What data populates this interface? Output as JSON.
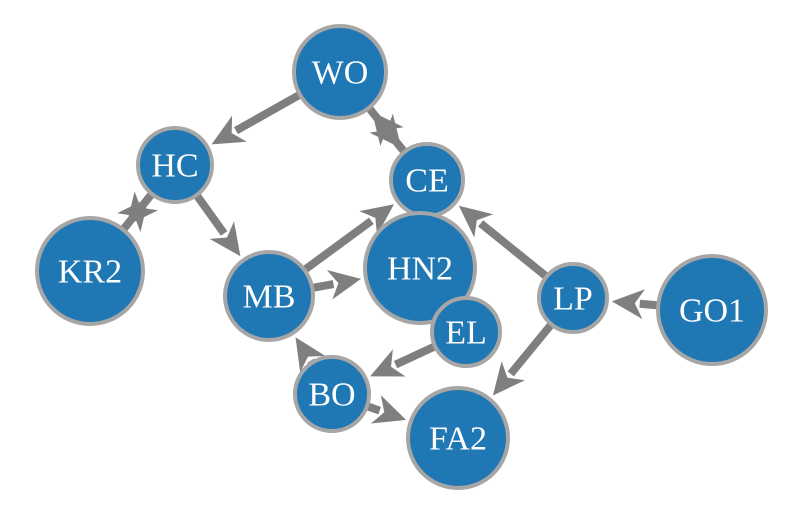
{
  "graph": {
    "nodes": [
      {
        "id": "WO",
        "label": "WO"
      },
      {
        "id": "HC",
        "label": "HC"
      },
      {
        "id": "CE",
        "label": "CE"
      },
      {
        "id": "KR2",
        "label": "KR2"
      },
      {
        "id": "MB",
        "label": "MB"
      },
      {
        "id": "HN2",
        "label": "HN2"
      },
      {
        "id": "LP",
        "label": "LP"
      },
      {
        "id": "GO1",
        "label": "GO1"
      },
      {
        "id": "EL",
        "label": "EL"
      },
      {
        "id": "BO",
        "label": "BO"
      },
      {
        "id": "FA2",
        "label": "FA2"
      }
    ],
    "edges": [
      {
        "source": "WO",
        "target": "HC"
      },
      {
        "source": "WO",
        "target": "CE"
      },
      {
        "source": "CE",
        "target": "WO"
      },
      {
        "source": "KR2",
        "target": "HC"
      },
      {
        "source": "HC",
        "target": "KR2"
      },
      {
        "source": "HC",
        "target": "MB"
      },
      {
        "source": "MB",
        "target": "HN2"
      },
      {
        "source": "MB",
        "target": "CE"
      },
      {
        "source": "LP",
        "target": "CE"
      },
      {
        "source": "GO1",
        "target": "LP"
      },
      {
        "source": "LP",
        "target": "FA2"
      },
      {
        "source": "EL",
        "target": "BO"
      },
      {
        "source": "BO",
        "target": "MB"
      },
      {
        "source": "BO",
        "target": "FA2"
      }
    ],
    "colors": {
      "node_fill": "#1f77b4",
      "node_border": "#a6a6a6",
      "edge": "#7f7f7f",
      "label": "#ffffff"
    }
  }
}
